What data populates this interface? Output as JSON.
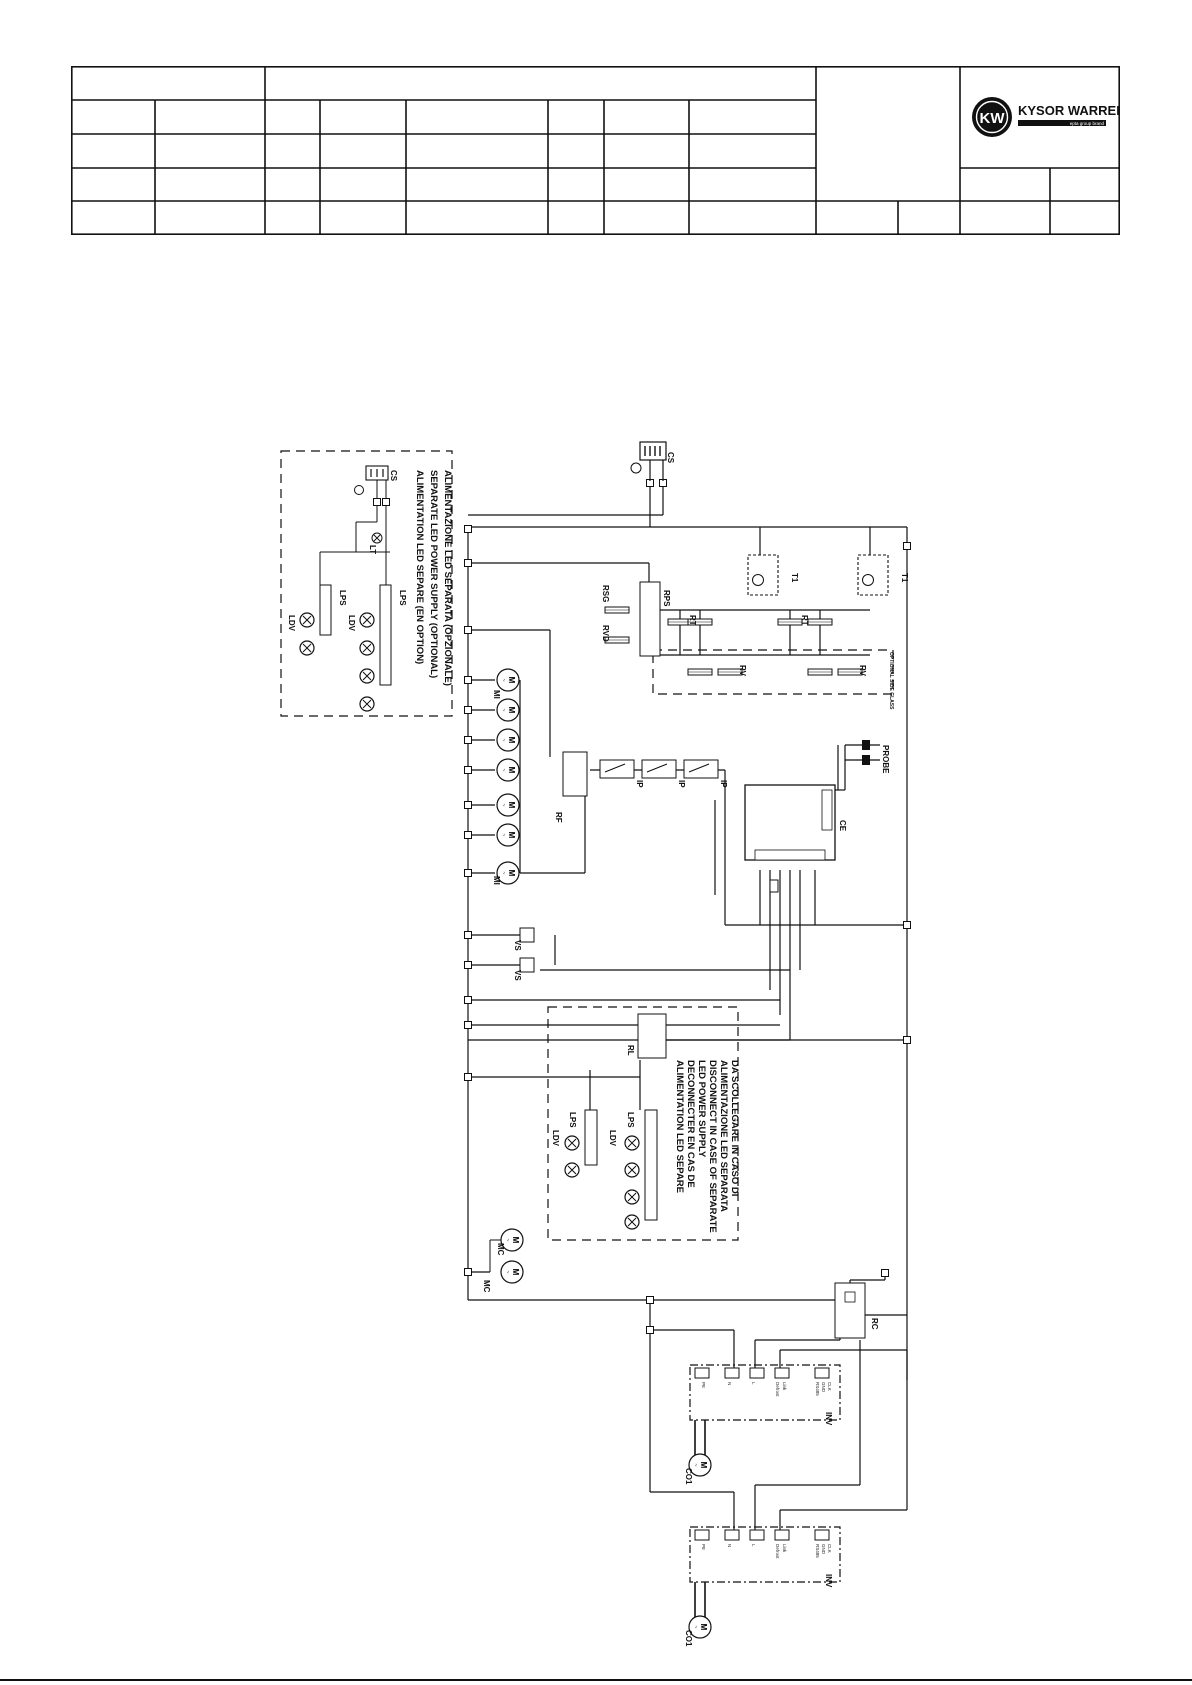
{
  "logo": {
    "name": "KYSOR WARREN",
    "badge": "KW",
    "tagline": "epta group brand"
  },
  "components": {
    "connector": "CS",
    "lamp": "LT",
    "led_supply": "LPS",
    "led": "LDV",
    "thermostat": "T1",
    "heater_rt": "RT",
    "heater_rv": "RV",
    "heater_rsg": "RSG",
    "heater_rvd": "RVD",
    "rps": "RPS",
    "optional_side_glass": "OPTIONAL SIDE GLASS",
    "fan_motor": "MI",
    "relay_rf": "RF",
    "door_switch": "IP",
    "controller": "CE",
    "probe": "PROBE",
    "solenoid": "VS",
    "relay_rl": "RL",
    "motor_mc": "MC",
    "relay_rc": "RC",
    "inverter": "INV",
    "compressor": "CO1"
  },
  "notes": {
    "separate_led_supply": [
      "ALIMENTAZIONE LED SEPARATA (OPZIONALE)",
      "SEPARATE LED POWER SUPPLY (OPTIONAL)",
      "ALIMENTATION LED SEPARE (EN OPTION)"
    ],
    "disconnect": [
      "DA SCOLLEGARE IN CASO DI",
      "ALIMENTAZIONE LED SEPARATA",
      "DISCONNECT IN CASE OF SEPARATE",
      "LED POWER SUPPLY",
      "DECONNECTER EN CAS DE",
      "ALIMENTATION LED SEPARE"
    ]
  },
  "inverter_terminals": [
    "PE",
    "N",
    "L",
    "Defrost",
    "Link",
    "RS485",
    "GND",
    "CLK"
  ]
}
